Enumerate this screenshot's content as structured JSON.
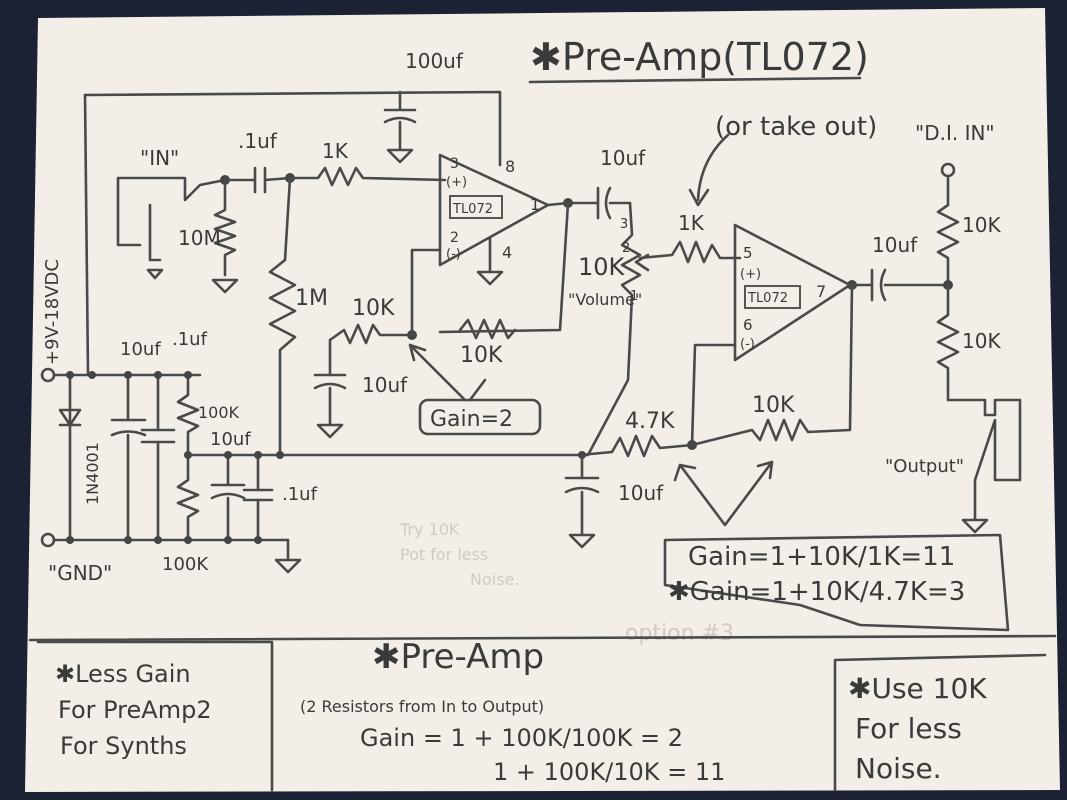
{
  "title": "✱Pre-Amp(TL072)",
  "opamp1": {
    "part": "TL072",
    "pin3": "3",
    "plus": "(+)",
    "pin2": "2",
    "minus": "(-)",
    "pin8": "8",
    "pin4": "4",
    "pin1": "1"
  },
  "opamp2": {
    "part": "TL072",
    "pin5": "5",
    "plus": "(+)",
    "pin6": "6",
    "minus": "(-)",
    "pin7": "7"
  },
  "labels": {
    "in": "\"IN\"",
    "cap_in": ".1uf",
    "r_in": "1K",
    "r_10m": "10M",
    "r_1m": "1M",
    "cap_top": "100uf",
    "cap_out1": "10uf",
    "r_gain_in": "10K",
    "r_gain_fb": "10K",
    "cap_gain": "10uf",
    "gain_box": "Gain=2",
    "or_take_out": "(or take out)",
    "r_1k_b": "1K",
    "volume": "10K",
    "volume_label": "\"Volume\"",
    "vol_pin3": "3",
    "vol_pin2": "2",
    "vol_pin1": "1",
    "di_in": "\"D.I.\nIN\"",
    "di_r1": "10K",
    "di_r2": "10K",
    "cap_out2": "10uf",
    "output": "\"Output\"",
    "r_47k": "4.7K",
    "r_fb2": "10K",
    "cap_gnd2": "10uf",
    "supply": "+9V-18VDC",
    "gnd": "\"GND\"",
    "diode": "1N4001",
    "ps_cap1": "10uf",
    "ps_cap2": ".1uf",
    "ps_r1": "100K",
    "ps_cap3": "10uf",
    "ps_cap4": ".1uf",
    "ps_r2": "100K"
  },
  "gain_note": {
    "line1": "Gain=1+10K/1K=11",
    "line2": "✱Gain=1+10K/4.7K=3"
  },
  "faint": {
    "note1": "Try 10K",
    "note2": "Pot for less",
    "note3": "Noise.",
    "option": "option #3"
  },
  "preamp_heading": "✱Pre-Amp",
  "preamp_sub": "(2 Resistors from In to Output)",
  "preamp_eq1": "Gain = 1 + 100K/100K = 2",
  "preamp_eq2": "1 + 100K/10K = 11",
  "box_left": [
    "✱Less Gain",
    "For PreAmp2",
    "For Synths"
  ],
  "box_right": [
    "✱Use 10K",
    "For less",
    "Noise."
  ],
  "colors": {
    "paper": "#f3efe8",
    "ink": "#3a3a3a",
    "background": "#1c2233"
  }
}
